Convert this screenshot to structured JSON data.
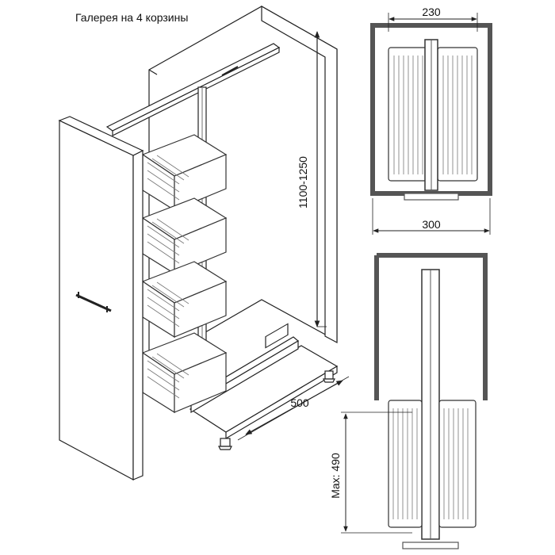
{
  "title": "Галерея на 4 корзины",
  "dimensions": {
    "height_range": "1100-1250",
    "depth": "500",
    "inner_width": "230",
    "outer_width": "300",
    "max_extension": "Max: 490"
  },
  "baskets_count": 4,
  "colors": {
    "line": "#222222",
    "frame": "#555555",
    "panel": "#ffffff",
    "wire": "#666666"
  }
}
